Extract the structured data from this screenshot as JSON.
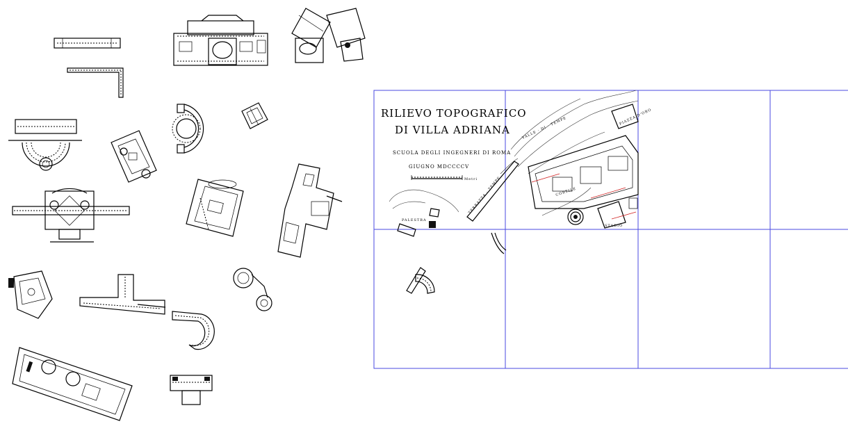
{
  "title_block": {
    "line1": "RILIEVO  TOPOGRAFICO",
    "line2": "DI  VILLA  ADRIANA",
    "school": "SCUOLA  DEGLI  INGEGNERI  DI  ROMA",
    "date": "GIUGNO  MDCCCCV",
    "scale_unit": "Metri"
  },
  "map_labels": {
    "palestra": "PALESTRA",
    "terrazza": "TERRAZZA · TEMPE",
    "valle": "VALLE · DI · TEMPE",
    "stadio": "STADIO",
    "cortile": "CORTILE",
    "piazza": "PIAZZA D'ORO"
  },
  "colors": {
    "grid": "#4a4ae0",
    "ink": "#000000",
    "contour_red": "#d02020"
  }
}
